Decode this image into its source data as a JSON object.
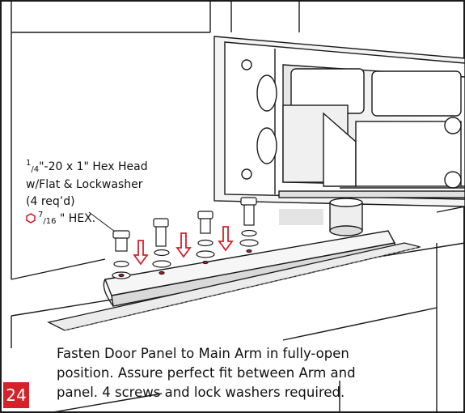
{
  "callout": {
    "line1_prefix_sup": "1",
    "line1_prefix_sub": "/4",
    "line1_rest": "\"-20 x 1\"  Hex Head",
    "line2": "w/Flat & Lockwasher",
    "line3": "(4 req’d)",
    "hex_sup": "7",
    "hex_sub": "/16",
    "hex_rest": " \" HEX."
  },
  "caption": {
    "line1": "Fasten Door Panel to Main Arm in fully-open",
    "line2": "position.  Assure perfect fit between Arm and",
    "line3": "panel.  4 screws and lock washers required."
  },
  "step_number": "24",
  "colors": {
    "accent": "#d6202a",
    "line": "#1a1a1a"
  }
}
